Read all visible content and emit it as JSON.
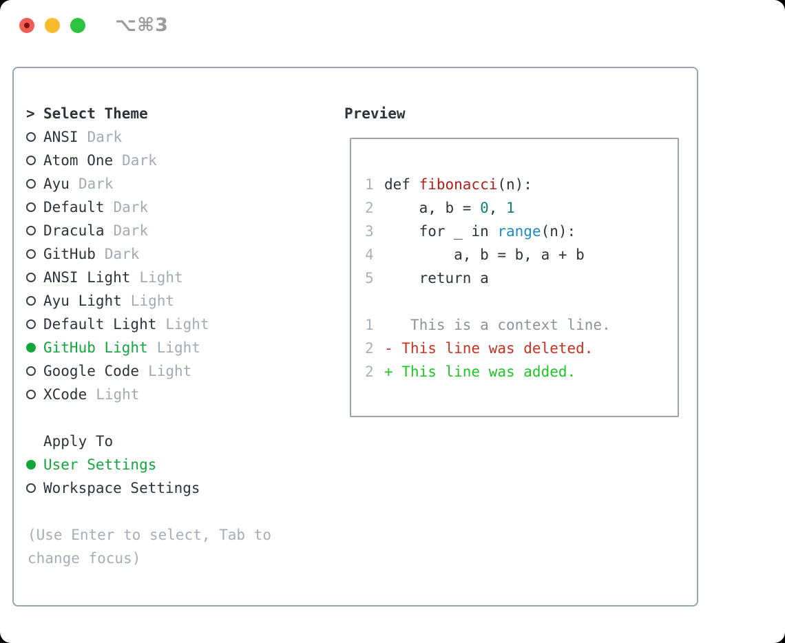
{
  "window": {
    "title": "⌥⌘3",
    "traffic_lights": [
      "close",
      "minimize",
      "zoom"
    ]
  },
  "colors": {
    "fg": "#2d333a",
    "dim": "#a2aab4",
    "ring": "#39414b",
    "lineno": "#a9b0ba",
    "hint": "#a6adb7",
    "border": "#9aa2ae",
    "title_gray": "#9a9a9a",
    "sel_green": "#12a63c",
    "syntax_red": "#b01f16",
    "teal": "#0c8077",
    "blue": "#1b8ac6",
    "context_gray": "#8b929b",
    "diff_red": "#c92f1c",
    "diff_green": "#1ec428",
    "tl_red": "#f25c54",
    "tl_red_dot": "#7d1408",
    "tl_yellow": "#fcbb2d",
    "tl_green": "#2bc33f"
  },
  "theme_picker": {
    "header_marker": ">",
    "header": "Select Theme",
    "themes": [
      {
        "name": "ANSI",
        "tag": "Dark",
        "selected": false
      },
      {
        "name": "Atom One",
        "tag": "Dark",
        "selected": false
      },
      {
        "name": "Ayu",
        "tag": "Dark",
        "selected": false
      },
      {
        "name": "Default",
        "tag": "Dark",
        "selected": false
      },
      {
        "name": "Dracula",
        "tag": "Dark",
        "selected": false
      },
      {
        "name": "GitHub",
        "tag": "Dark",
        "selected": false
      },
      {
        "name": "ANSI Light",
        "tag": "Light",
        "selected": false
      },
      {
        "name": "Ayu Light",
        "tag": "Light",
        "selected": false
      },
      {
        "name": "Default Light",
        "tag": "Light",
        "selected": false
      },
      {
        "name": "GitHub Light",
        "tag": "Light",
        "selected": true
      },
      {
        "name": "Google Code",
        "tag": "Light",
        "selected": false
      },
      {
        "name": "XCode",
        "tag": "Light",
        "selected": false
      }
    ],
    "apply_to": {
      "header": "Apply To",
      "options": [
        {
          "name": "User Settings",
          "selected": true
        },
        {
          "name": "Workspace Settings",
          "selected": false
        }
      ]
    },
    "hint": "(Use Enter to select, Tab to\nchange focus)"
  },
  "preview": {
    "header": "Preview",
    "lines": [
      {
        "num": "1",
        "segments": [
          {
            "text": "def ",
            "color": "fg"
          },
          {
            "text": "fibonacci",
            "color": "syntax_red"
          },
          {
            "text": "(n):",
            "color": "fg"
          }
        ]
      },
      {
        "num": "2",
        "segments": [
          {
            "text": "    a, b = ",
            "color": "fg"
          },
          {
            "text": "0",
            "color": "teal"
          },
          {
            "text": ", ",
            "color": "fg"
          },
          {
            "text": "1",
            "color": "teal"
          }
        ]
      },
      {
        "num": "3",
        "segments": [
          {
            "text": "    for _ in ",
            "color": "fg"
          },
          {
            "text": "range",
            "color": "blue"
          },
          {
            "text": "(n):",
            "color": "fg"
          }
        ]
      },
      {
        "num": "4",
        "segments": [
          {
            "text": "        a, b = b, a + b",
            "color": "fg"
          }
        ]
      },
      {
        "num": "5",
        "segments": [
          {
            "text": "    return a",
            "color": "fg"
          }
        ]
      },
      {
        "num": "",
        "segments": []
      },
      {
        "num": "1",
        "segments": [
          {
            "text": "   This is a context line.",
            "color": "context_gray"
          }
        ]
      },
      {
        "num": "2",
        "segments": [
          {
            "text": "- This line was deleted.",
            "color": "diff_red"
          }
        ]
      },
      {
        "num": "2",
        "segments": [
          {
            "text": "+ This line was added.",
            "color": "diff_green"
          }
        ]
      }
    ]
  }
}
